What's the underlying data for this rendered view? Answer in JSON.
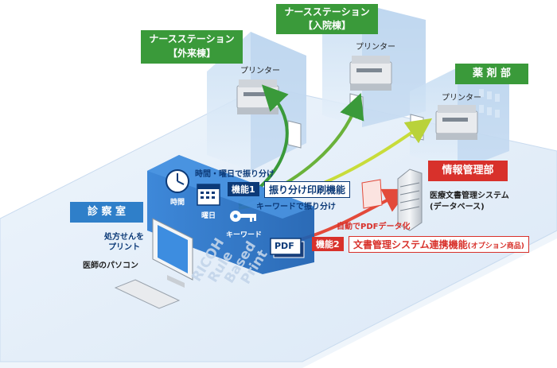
{
  "nurse_outpatient": {
    "line1": "ナースステーション",
    "line2": "【外来棟】"
  },
  "nurse_inpatient": {
    "line1": "ナースステーション",
    "line2": "【入院棟】"
  },
  "pharmacy": {
    "label": "薬 剤 部"
  },
  "info_mgmt": {
    "label": "情報管理部"
  },
  "exam_room": {
    "label": "診 察 室"
  },
  "printers": {
    "label1": "プリンター",
    "label2": "プリンター",
    "label3": "プリンター"
  },
  "rules": {
    "time_weekday": "時間・曜日で振り分け",
    "keyword": "キーワードで振り分け"
  },
  "icons": {
    "clock_label": "時間",
    "calendar_label": "曜日",
    "key_label": "キーワード",
    "pdf_label": "PDF"
  },
  "feature1": {
    "tag": "機能1",
    "name": "振り分け印刷機能"
  },
  "feature2": {
    "tag": "機能2",
    "name": "文書管理システム連携機能",
    "note": "(オプション商品)"
  },
  "auto_pdf": "自動でPDFデータ化",
  "server": {
    "line1": "医療文書管理システム",
    "line2": "(データベース)"
  },
  "doctor_pc": {
    "print_line1": "処方せんを",
    "print_line2": "プリント",
    "pc_label": "医師のパソコン"
  },
  "watermark": {
    "l1": "RICOH",
    "l2": "Rule",
    "l3": "Based",
    "l4": "Print"
  },
  "colors": {
    "green": "#3a9a3a",
    "red": "#d8312b",
    "blue": "#2f7fc9",
    "navy": "#0c3a78"
  }
}
